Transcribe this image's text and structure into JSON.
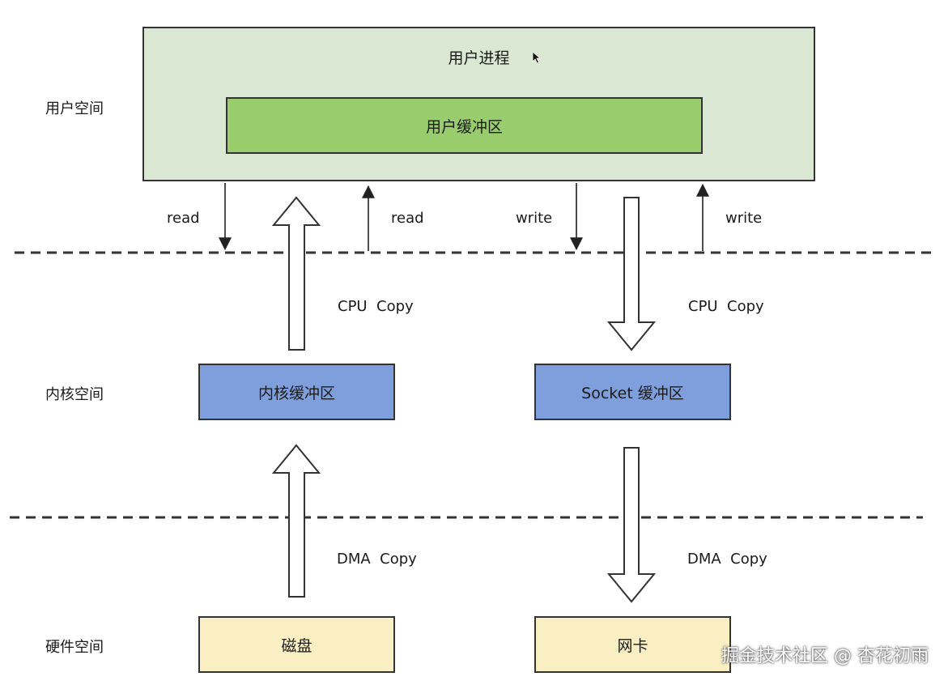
{
  "regions": {
    "user_space": "用户空间",
    "kernel_space": "内核空间",
    "hardware_space": "硬件空间"
  },
  "boxes": {
    "user_process": "用户进程",
    "user_buffer": "用户缓冲区",
    "kernel_buffer": "内核缓冲区",
    "socket_buffer": "Socket 缓冲区",
    "disk": "磁盘",
    "nic": "网卡"
  },
  "arrows": {
    "read_down": "read",
    "read_up": "read",
    "write_down": "write",
    "write_up": "write",
    "cpu_copy_left": "CPU  Copy",
    "cpu_copy_right": "CPU  Copy",
    "dma_copy_left": "DMA  Copy",
    "dma_copy_right": "DMA  Copy"
  },
  "watermark": "掘金技术社区 @ 杏花初雨",
  "colors": {
    "user_process_fill": "#dae8d3",
    "user_buffer_fill": "#98cc6c",
    "kernel_fill": "#7f9fdc",
    "hardware_fill": "#f9efc2"
  }
}
